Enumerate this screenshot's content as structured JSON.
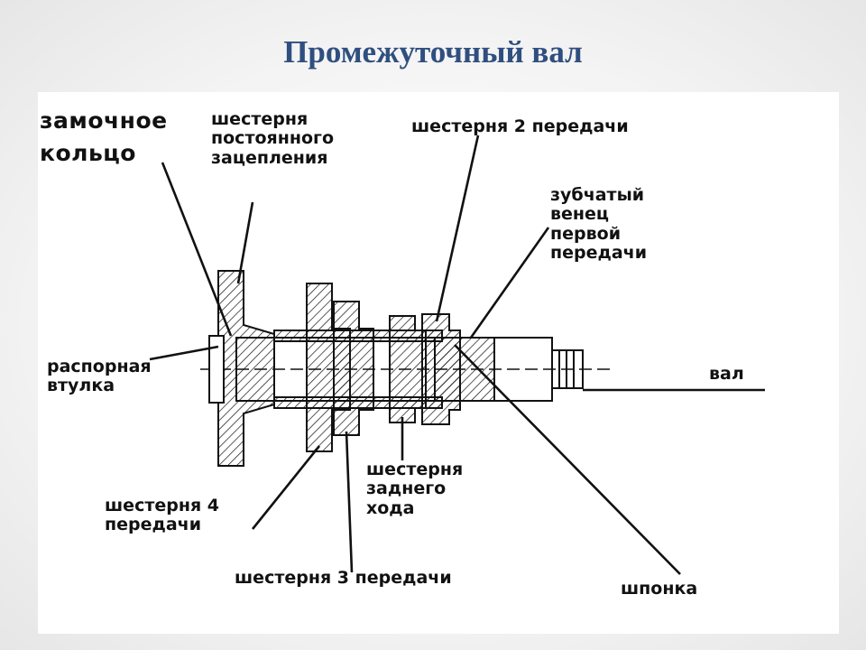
{
  "title": "Промежуточный вал",
  "labels": {
    "lock_ring": [
      "замочное",
      "кольцо"
    ],
    "constant_mesh_gear": [
      "шестерня",
      "постоянного",
      "зацепления"
    ],
    "gear_2": [
      "шестерня 2 передачи"
    ],
    "first_gear_ring": [
      "зубчатый",
      "венец",
      "первой",
      "передачи"
    ],
    "spacer_sleeve": [
      "распорная",
      "втулка"
    ],
    "shaft": [
      "вал"
    ],
    "gear_4": [
      "шестерня 4",
      "передачи"
    ],
    "reverse_gear": [
      "шестерня",
      "заднего",
      "хода"
    ],
    "gear_3": [
      "шестерня 3 передачи"
    ],
    "key": [
      "шпонка"
    ]
  },
  "colors": {
    "title": "#2f4f7f",
    "ink": "#111111",
    "panel": "#ffffff"
  }
}
